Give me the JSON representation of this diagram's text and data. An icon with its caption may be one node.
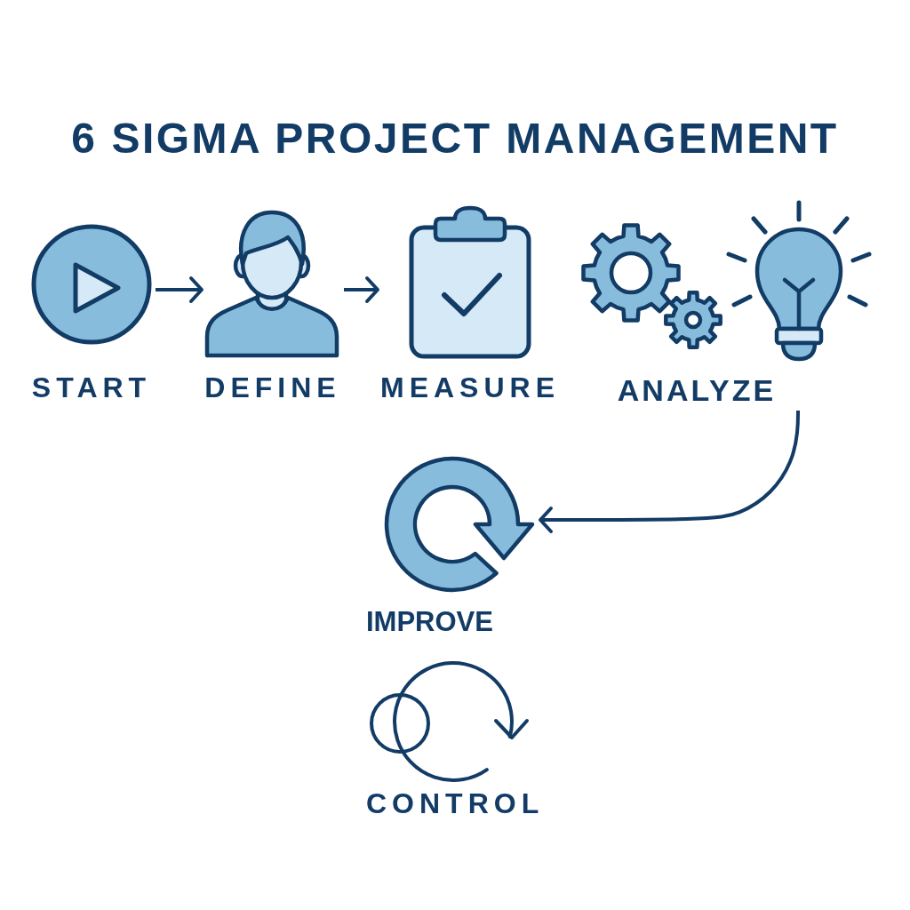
{
  "diagram": {
    "title": "6 SIGMA PROJECT MANAGEMENT",
    "nodes": [
      {
        "text": [
          "START"
        ]
      },
      {
        "text": [
          "DEFINE"
        ]
      },
      {
        "text": [
          "MEASURE"
        ]
      },
      {
        "text": [
          "ANALYZE"
        ]
      },
      {
        "text": [
          "IMPROVE"
        ]
      },
      {
        "text": [
          "CONTROL"
        ]
      }
    ],
    "edges": [
      {
        "from": 0,
        "to": 1,
        "arrow": "to"
      },
      {
        "from": 1,
        "to": 2,
        "arrow": "to"
      },
      {
        "from": 3,
        "to": 4,
        "arrow": "to"
      }
    ]
  }
}
